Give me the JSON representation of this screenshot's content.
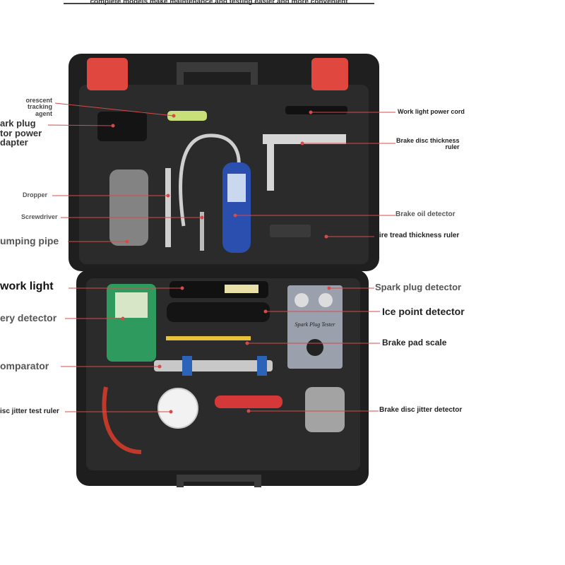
{
  "header": {
    "caption": "complete models make maintenance and testing easier and more convenient"
  },
  "case_label": {
    "spark_plug_tester": "Spark Plug Tester"
  },
  "labels": {
    "fluorescent_tracking_agent": "orescent tracking\nagent",
    "spark_plug_power_adapter": "ark plug\ntor power\ndapter",
    "dropper": "Dropper",
    "screwdriver": "Screwdriver",
    "pumping_pipe": "umping pipe",
    "work_light": "work light",
    "battery_detector": "ery detector",
    "comparator": "omparator",
    "disc_jitter_test_ruler": "isc jitter test ruler",
    "work_light_power_cord": "Work light power cord",
    "brake_disc_thickness_ruler": "Brake disc thickness\nruler",
    "brake_oil_detector": "Brake oil detector",
    "tire_tread_thickness_ruler": "Tire tread thickness ruler",
    "spark_plug_detector": "Spark plug detector",
    "ice_point_detector": "Ice point detector",
    "brake_pad_scale": "Brake pad scale",
    "brake_disc_jitter_detector": "Brake disc jitter detector"
  },
  "colors": {
    "case": "#1f1f1f",
    "latch": "#e0483f",
    "leader": "#d8494a",
    "foam": "#2a2a2a"
  }
}
